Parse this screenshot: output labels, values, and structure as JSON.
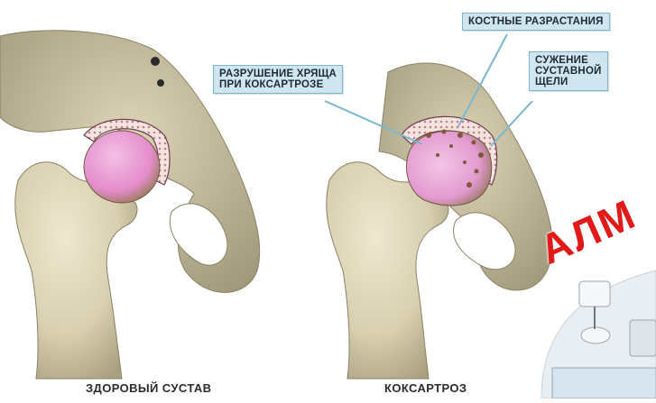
{
  "figure": {
    "healthy_caption": "ЗДОРОВЫЙ СУСТАВ",
    "diseased_caption": "КОКСАРТРОЗ",
    "callouts": {
      "cartilage_destruction": [
        "РАЗРУШЕНИЕ ХРЯЩА",
        "ПРИ КОКСАРТРОЗЕ"
      ],
      "bone_growths": [
        "КОСТНЫЕ РАЗРАСТАНИЯ"
      ],
      "joint_space_narrowing": [
        "СУЖЕНИЕ",
        "СУСТАВНОЙ",
        "ЩЕЛИ"
      ]
    }
  },
  "brand": {
    "text": "АЛМ"
  },
  "colors": {
    "bone": "#d8cfb0",
    "bone_shadow": "#a89f80",
    "pelvis": "#c9c0a0",
    "cartilage_healthy": "#e98fcf",
    "cartilage_damaged": "#e39ad0",
    "callout_bg": "#cfe6f0",
    "callout_border": "#7ab7cf",
    "brand_red": "#e11919"
  }
}
